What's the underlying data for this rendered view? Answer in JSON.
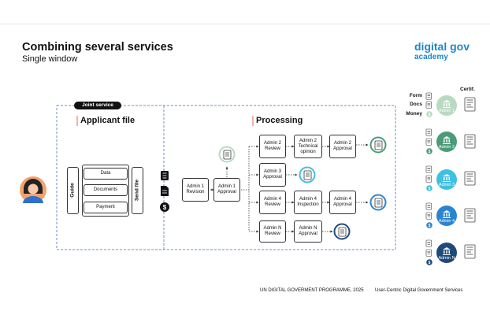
{
  "header": {
    "title": "Combining several services",
    "subtitle": "Single window",
    "brand_line1": "digital gov",
    "brand_line2": "academy"
  },
  "diagram": {
    "joint_label": "Joint service",
    "applicant_title": "Applicant file",
    "processing_title": "Processing",
    "guide_label": "Guide",
    "send_label": "Send file",
    "inputs": [
      "Data",
      "Documents",
      "Payment"
    ],
    "revision": "Admin 1 Revision",
    "approval1": "Admin 1 Approval",
    "rows": [
      [
        "Admin 2 Review",
        "Admin 2 Technical opinion",
        "Admin 2 Approval"
      ],
      [
        "Admin 3 Approval"
      ],
      [
        "Admin 4 Review",
        "Admin 4 Inspection",
        "Admin 4 Approval"
      ],
      [
        "Admin N Review",
        "Admin N Approval"
      ]
    ]
  },
  "legend": {
    "form": "Form",
    "docs": "Docs",
    "money": "Money",
    "certif": "Certif.",
    "admins": [
      "Admin 1",
      "Admin 2",
      "Admin 3",
      "Admin 4",
      "Admin N"
    ]
  },
  "footer": {
    "left": "UN DIGITAL GOVERMENT PROGRAMME, 2025",
    "right": "User-Centric Digital Government Services"
  },
  "colors": {
    "admin1": "#b9d9c2",
    "admin2": "#4b9b78",
    "admin3": "#3fc0e0",
    "admin4": "#2b84d0",
    "adminN": "#1d4a7a",
    "dashed": "#6d8fc9",
    "accent": "#f2b5a0",
    "brand": "#1e88c8"
  },
  "icons": {
    "applicant": "person-avatar-icon",
    "document": "document-icon",
    "money": "dollar-coin-icon",
    "building": "government-building-icon",
    "certificate": "certificate-icon"
  }
}
